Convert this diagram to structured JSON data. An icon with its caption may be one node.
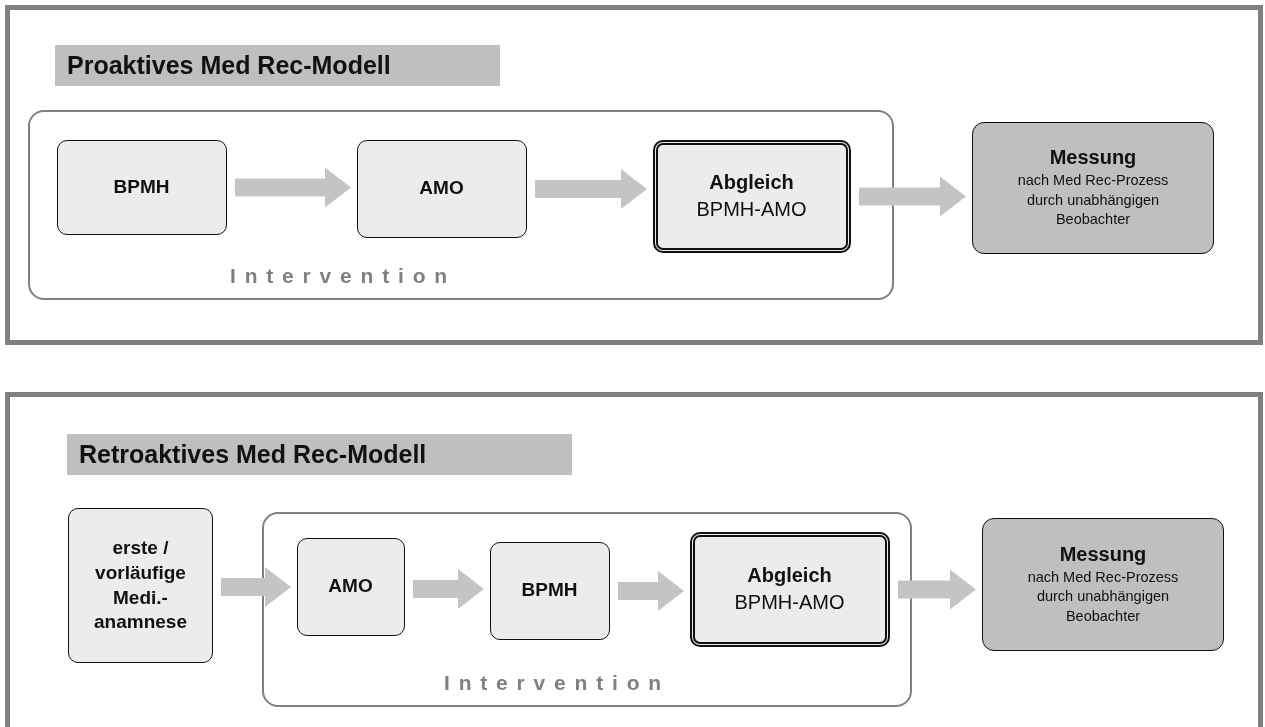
{
  "diagram": {
    "nodes": [
      {
        "text": [
          "Proaktives Med Rec-Modell"
        ]
      },
      {
        "text": [
          "Intervention"
        ],
        "in": 0
      },
      {
        "text": [
          "BPMH"
        ],
        "in": 1
      },
      {
        "text": [
          "AMO"
        ],
        "in": 1
      },
      {
        "text": [
          "Abgleich",
          "BPMH-AMO"
        ],
        "in": 1
      },
      {
        "text": [
          "Messung",
          "nach Med Rec-Prozess durch unabhängigen Beobachter"
        ],
        "in": 0
      },
      {
        "text": [
          "Retroaktives Med Rec-Modell"
        ]
      },
      {
        "text": [
          "erste / vorläufige Medi.- anamnese"
        ],
        "in": 6
      },
      {
        "text": [
          "Intervention"
        ],
        "in": 6
      },
      {
        "text": [
          "AMO"
        ],
        "in": 8
      },
      {
        "text": [
          "BPMH"
        ],
        "in": 8
      },
      {
        "text": [
          "Abgleich",
          "BPMH-AMO"
        ],
        "in": 8
      },
      {
        "text": [
          "Messung",
          "nach Med Rec-Prozess durch unabhängigen Beobachter"
        ],
        "in": 6
      }
    ],
    "edges": [
      {
        "from": 2,
        "to": 3,
        "arrow": "to"
      },
      {
        "from": 3,
        "to": 4,
        "arrow": "to"
      },
      {
        "from": 4,
        "to": 5,
        "arrow": "to"
      },
      {
        "from": 7,
        "to": 9,
        "arrow": "to"
      },
      {
        "from": 9,
        "to": 10,
        "arrow": "to"
      },
      {
        "from": 10,
        "to": 11,
        "arrow": "to"
      },
      {
        "from": 11,
        "to": 12,
        "arrow": "to"
      }
    ]
  }
}
